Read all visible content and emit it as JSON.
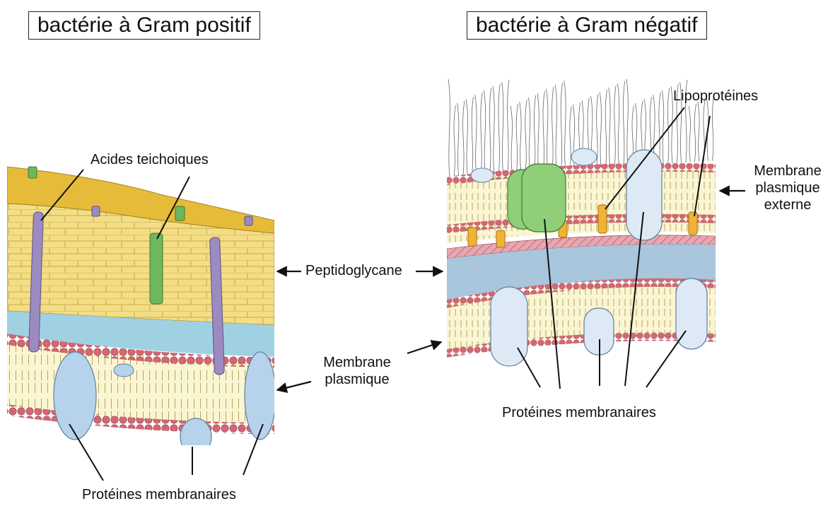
{
  "titles": {
    "gram_positive": "bactérie à Gram positif",
    "gram_negative": "bactérie à Gram négatif"
  },
  "labels": {
    "teichoic_acids": "Acides teichoiques",
    "peptidoglycan": "Peptidoglycane",
    "plasma_membrane_line1": "Membrane",
    "plasma_membrane_line2": "plasmique",
    "membrane_proteins_left": "Protéines membranaires",
    "membrane_proteins_right": "Protéines membranaires",
    "lipoproteins": "Lipoprotéines",
    "outer_membrane_line1": "Membrane",
    "outer_membrane_line2": "plasmique",
    "outer_membrane_line3": "externe"
  },
  "colors": {
    "peptidoglycan_top": "#e6bb3a",
    "peptidoglycan_face": "#f3dd85",
    "periplasm_blue": "#9fd1e2",
    "head_pink": "#d56674",
    "lipid_tail": "#fbf6d2",
    "protein_blue": "#b7d3ec",
    "teichoic_green": "#6db85a",
    "teichoic_purple": "#9c8bc0",
    "lipoprotein_orange": "#f2b234",
    "porin_green": "#8fcf7a"
  }
}
